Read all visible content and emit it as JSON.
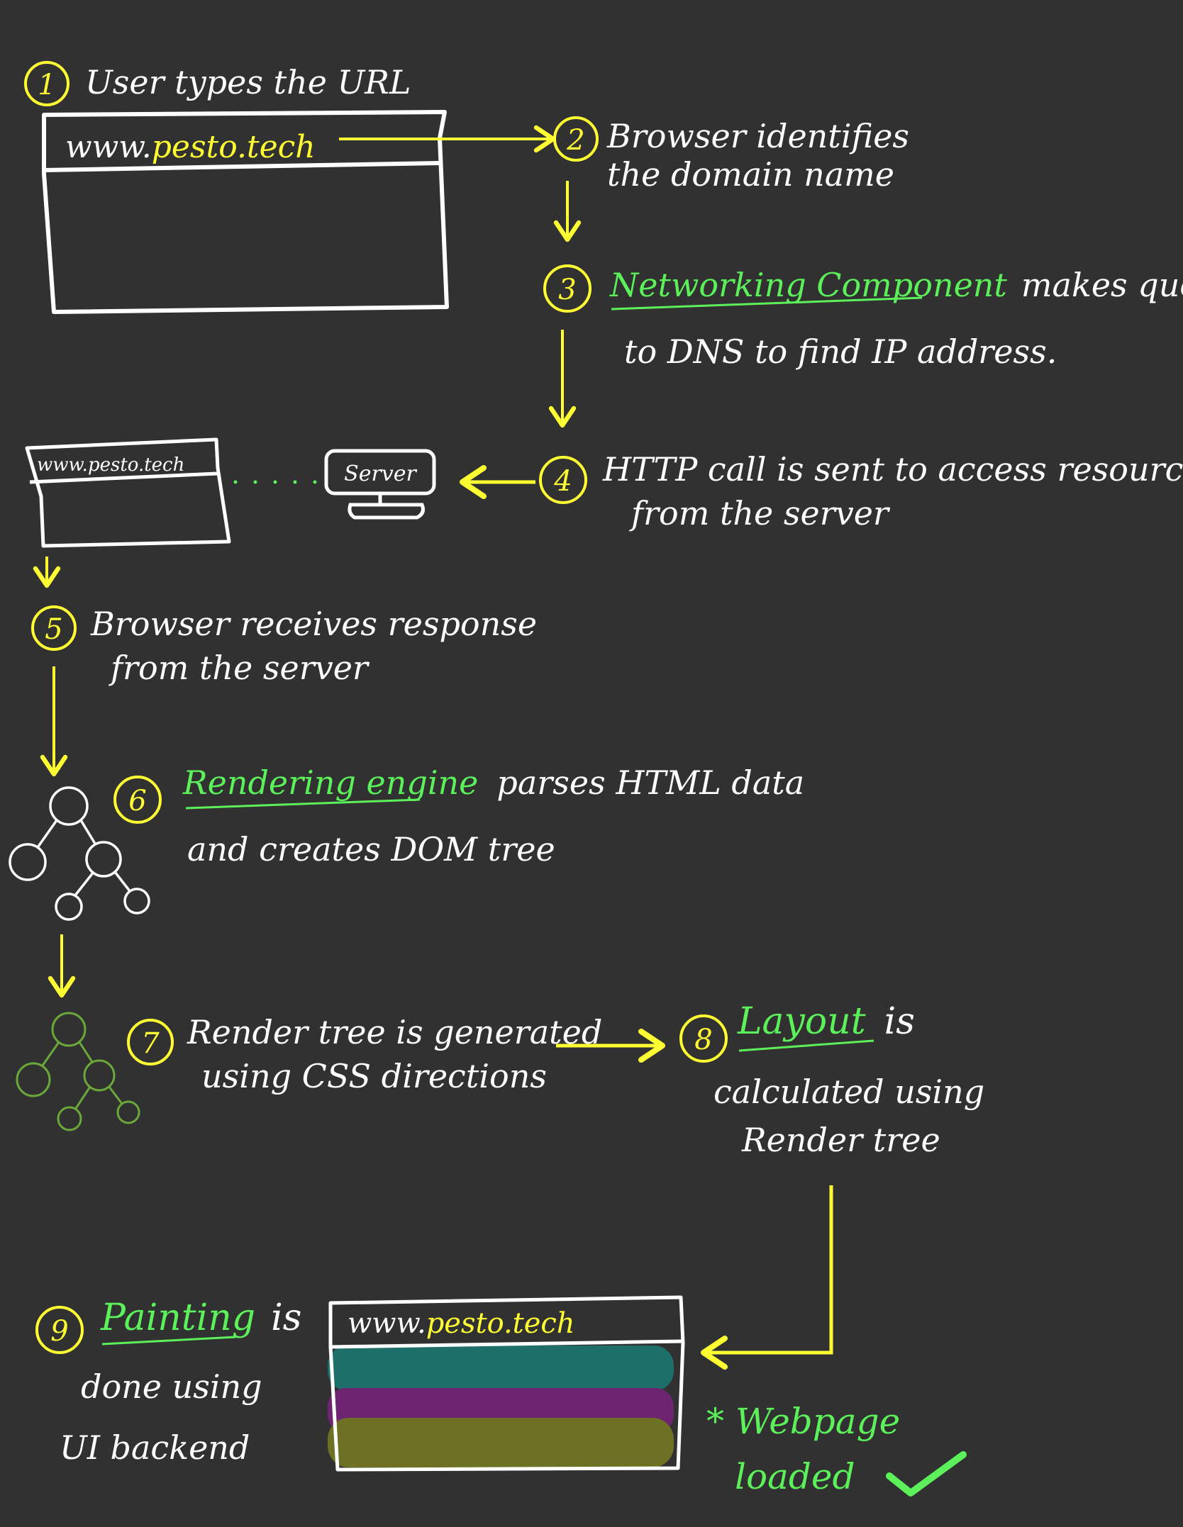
{
  "colors": {
    "background": "#313131",
    "white": "#ffffff",
    "yellow": "#ffff33",
    "green": "#5cf05a",
    "teal": "#1e6e6a",
    "purple": "#6e2470",
    "olive": "#6e7024"
  },
  "steps": [
    {
      "num": "1",
      "text": "User types the URL"
    },
    {
      "num": "2",
      "line1": "Browser identifies",
      "line2": "the domain name"
    },
    {
      "num": "3",
      "highlight": "Networking Component",
      "rest": "makes query",
      "line2": "to DNS to find IP address."
    },
    {
      "num": "4",
      "line1": "HTTP call is sent to access resources",
      "line2": "from the server"
    },
    {
      "num": "5",
      "line1": "Browser receives response",
      "line2": "from the server"
    },
    {
      "num": "6",
      "highlight": "Rendering engine",
      "rest": "parses HTML data",
      "line2": "and creates DOM tree"
    },
    {
      "num": "7",
      "line1": "Render tree is generated",
      "line2": "using CSS directions"
    },
    {
      "num": "8",
      "highlight": "Layout",
      "rest": "is",
      "line2": "calculated using",
      "line3": "Render tree"
    },
    {
      "num": "9",
      "highlight": "Painting",
      "rest": "is",
      "line2": "done using",
      "line3": "UI backend"
    }
  ],
  "browser1": {
    "prefix": "www.",
    "domain": "pesto.tech"
  },
  "browser2": {
    "url": "www.pesto.tech"
  },
  "server_label": "Server",
  "browser3": {
    "prefix": "www.",
    "domain": "pesto.tech"
  },
  "loaded": {
    "line1": "* Webpage",
    "line2": "loaded"
  }
}
